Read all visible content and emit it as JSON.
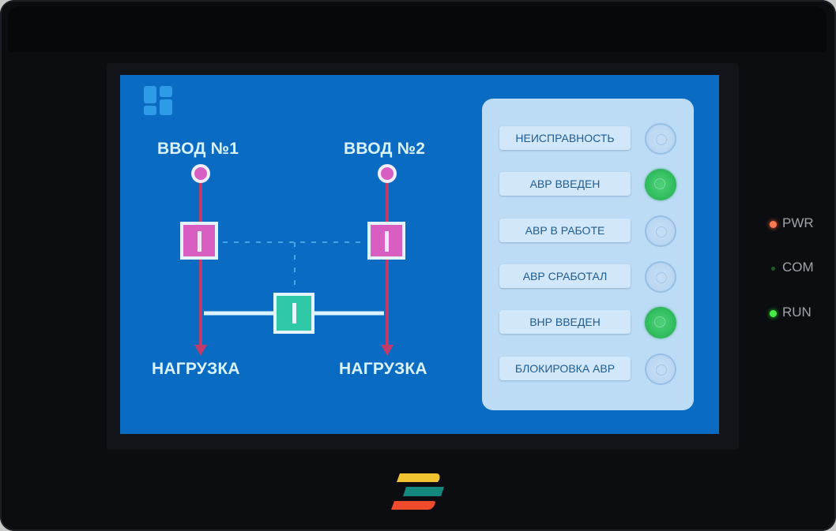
{
  "device": {
    "bezel_color": "#0b0d10",
    "screen_bg": "#0a6bc2"
  },
  "screen": {
    "menu_icon": "grid-menu-icon",
    "diagram": {
      "input1_label": "ВВОД №1",
      "input2_label": "ВВОД №2",
      "load1_label": "НАГРУЗКА",
      "load2_label": "НАГРУЗКА",
      "breaker_input1": {
        "state": "closed",
        "color": "#d85fc1"
      },
      "breaker_input2": {
        "state": "closed",
        "color": "#d85fc1"
      },
      "breaker_sectional": {
        "state": "closed",
        "color": "#2ec8a7"
      },
      "feeder_line_color": "#c03a6a",
      "bus_tie_color": "#d9f2ff"
    },
    "status_panel": {
      "items": [
        {
          "label": "НЕИСПРАВНОСТЬ",
          "lamp": "off"
        },
        {
          "label": "АВР ВВЕДЕН",
          "lamp": "on"
        },
        {
          "label": "АВР В РАБОТЕ",
          "lamp": "off"
        },
        {
          "label": "АВР СРАБОТАЛ",
          "lamp": "off"
        },
        {
          "label": "ВНР ВВЕДЕН",
          "lamp": "on"
        },
        {
          "label": "БЛОКИРОВКА АВР",
          "lamp": "off"
        }
      ],
      "lamp_on_color": "#33c061"
    }
  },
  "hardware_leds": [
    {
      "label": "PWR",
      "state": "on",
      "color": "#ff7a50"
    },
    {
      "label": "COM",
      "state": "dim",
      "color": "#1f5a2a"
    },
    {
      "label": "RUN",
      "state": "on",
      "color": "#44ee44"
    }
  ],
  "brand_logo": {
    "name": "brand-logo-icon",
    "stripes": [
      "#f2c331",
      "#14877f",
      "#ee4a2c"
    ]
  }
}
